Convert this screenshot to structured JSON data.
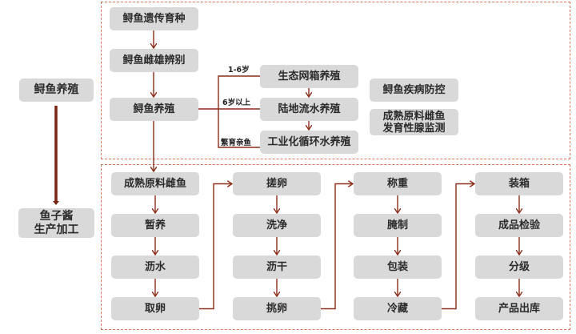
{
  "colors": {
    "box_fill": "#d9d9d9",
    "arrow": "#8b2e1a",
    "dashed_border": "#d9735a",
    "text": "#2b2b2b"
  },
  "left": {
    "stage1": "鲟鱼养殖",
    "stage2": "鱼子酱\n生产加工"
  },
  "farming": {
    "steps": [
      "鲟鱼遗传育种",
      "鲟鱼雌雄辨别",
      "鲟鱼养殖"
    ],
    "branches": [
      {
        "label": "1-6岁",
        "target": "生态网箱养殖"
      },
      {
        "label": "6岁以上",
        "target": "陆地流水养殖"
      },
      {
        "label": "繁育亲鱼",
        "target": "工业化循环水养殖"
      }
    ],
    "side_tasks": [
      "鲟鱼疾病防控",
      "成熟原料雌鱼\n发育性腺监测"
    ]
  },
  "processing": {
    "columns": [
      [
        "成熟原料雌鱼",
        "暂养",
        "沥水",
        "取卵"
      ],
      [
        "搓卵",
        "洗净",
        "沥干",
        "挑卵"
      ],
      [
        "称重",
        "腌制",
        "包装",
        "冷藏"
      ],
      [
        "装箱",
        "成品检验",
        "分级",
        "产品出库"
      ]
    ]
  }
}
